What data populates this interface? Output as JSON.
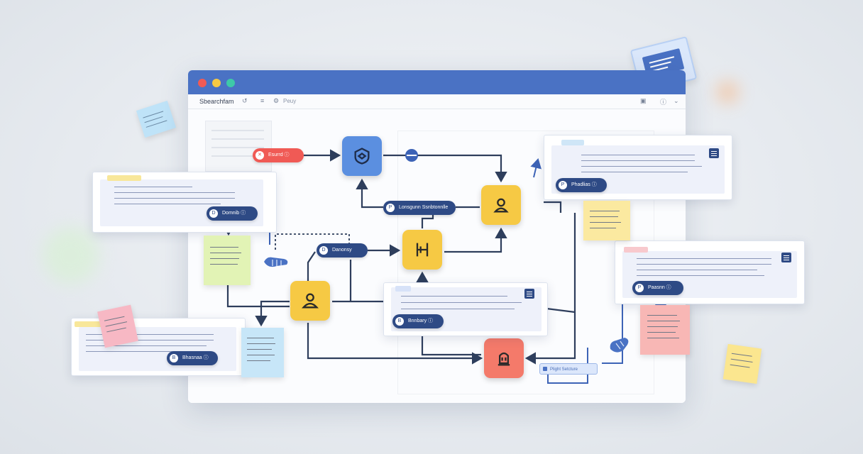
{
  "window": {
    "title": "Sbearchfam",
    "tab_label": "Peuy",
    "colors": {
      "titlebar": "#4a72c4",
      "close": "#f05a55",
      "minimize": "#f6c944",
      "maximize": "#3ec9a8"
    }
  },
  "toolbar": {
    "undo_icon": "undo-icon",
    "list_icon": "list-icon",
    "settings_icon": "settings-icon",
    "export_icon": "export-icon",
    "info_icon": "info-icon"
  },
  "nodes": {
    "start": {
      "label": "Esurrd ⓘ",
      "color": "#f05a55"
    },
    "shield": {
      "icon": "shield-icon",
      "color": "#5b8fe0"
    },
    "user_top": {
      "icon": "user-icon",
      "color": "#f6c944"
    },
    "branch_mid": {
      "icon": "merge-icon",
      "color": "#f6c944"
    },
    "user_left": {
      "icon": "user-icon",
      "color": "#f6c944"
    },
    "end": {
      "icon": "terminal-icon",
      "color": "#f47a6a"
    }
  },
  "pills": {
    "top_center": {
      "label": "Lonsgunn Ssnbtonnlle",
      "icon": "P"
    },
    "middle_left": {
      "label": "Danonsy",
      "icon": "D"
    },
    "card_mid": {
      "label": "Bnnbary ⓘ",
      "icon": "B"
    },
    "card_top_right": {
      "label": "Phadlias ⓘ",
      "icon": "P"
    },
    "card_right": {
      "label": "Paasnn ⓘ",
      "icon": "P"
    },
    "card_left_top": {
      "label": "Domnib ⓘ",
      "icon": "D"
    },
    "card_left_bottom": {
      "label": "Bhasnaa ⓘ",
      "icon": "B"
    }
  },
  "badge": {
    "label": "Plight Setcture"
  }
}
